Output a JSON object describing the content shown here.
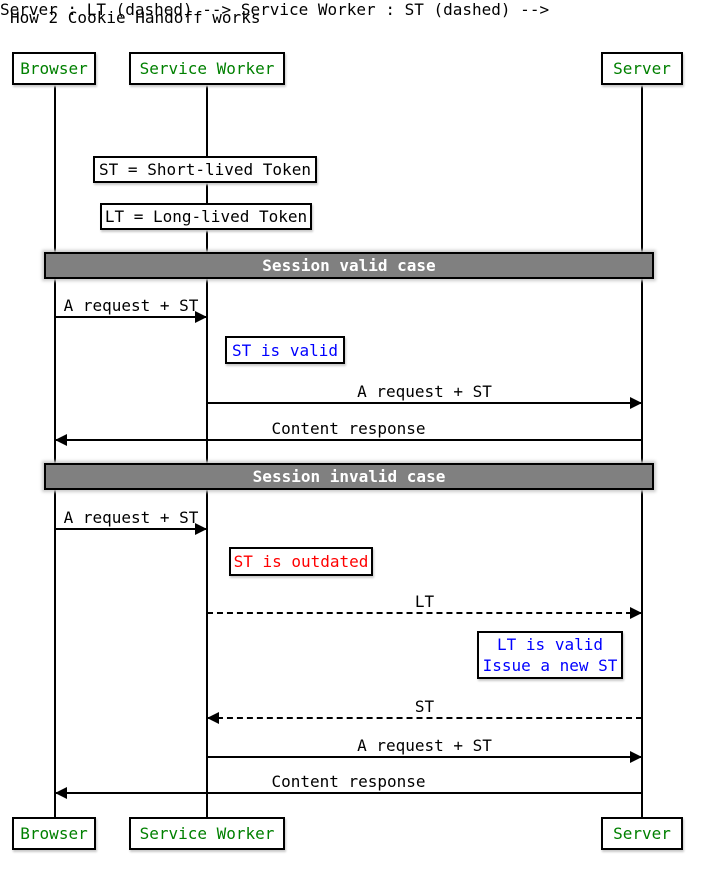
{
  "diagram": {
    "title": "How 2 Cookie Handoff works"
  },
  "colors": {
    "actor_text": "#008000",
    "note_info": "#0000ff",
    "note_error": "#ff0000",
    "divider_bg": "#808080",
    "divider_text": "#ffffff",
    "line": "#000000"
  },
  "actors": [
    {
      "label": "Browser"
    },
    {
      "label": "Service Worker"
    },
    {
      "label": "Server"
    }
  ],
  "legend_notes": [
    {
      "text": "ST = Short-lived Token"
    },
    {
      "text": "LT = Long-lived Token"
    }
  ],
  "dividers": [
    {
      "label": "Session valid case"
    },
    {
      "label": "Session invalid case"
    }
  ],
  "messages": [
    {
      "label": "A request + ST",
      "from": "Browser",
      "to": "Service Worker",
      "style": "solid"
    },
    {
      "label": "A request + ST",
      "from": "Service Worker",
      "to": "Server",
      "style": "solid"
    },
    {
      "label": "Content response",
      "from": "Server",
      "to": "Browser",
      "style": "solid"
    },
    {
      "label": "A request + ST",
      "from": "Browser",
      "to": "Service Worker",
      "style": "solid"
    },
    {
      "label": "LT",
      "from": "Service Worker",
      "to": "Server",
      "style": "dashed"
    },
    {
      "label": "ST",
      "from": "Server",
      "to": "Service Worker",
      "style": "dashed"
    },
    {
      "label": "A request + ST",
      "from": "Service Worker",
      "to": "Server",
      "style": "solid"
    },
    {
      "label": "Content response",
      "from": "Server",
      "to": "Browser",
      "style": "solid"
    }
  ],
  "state_notes": {
    "st_valid": {
      "text": "ST is valid"
    },
    "st_outdated": {
      "text": "ST is outdated"
    },
    "lt_valid": {
      "line1": "LT is valid",
      "line2": "Issue a new ST"
    }
  }
}
